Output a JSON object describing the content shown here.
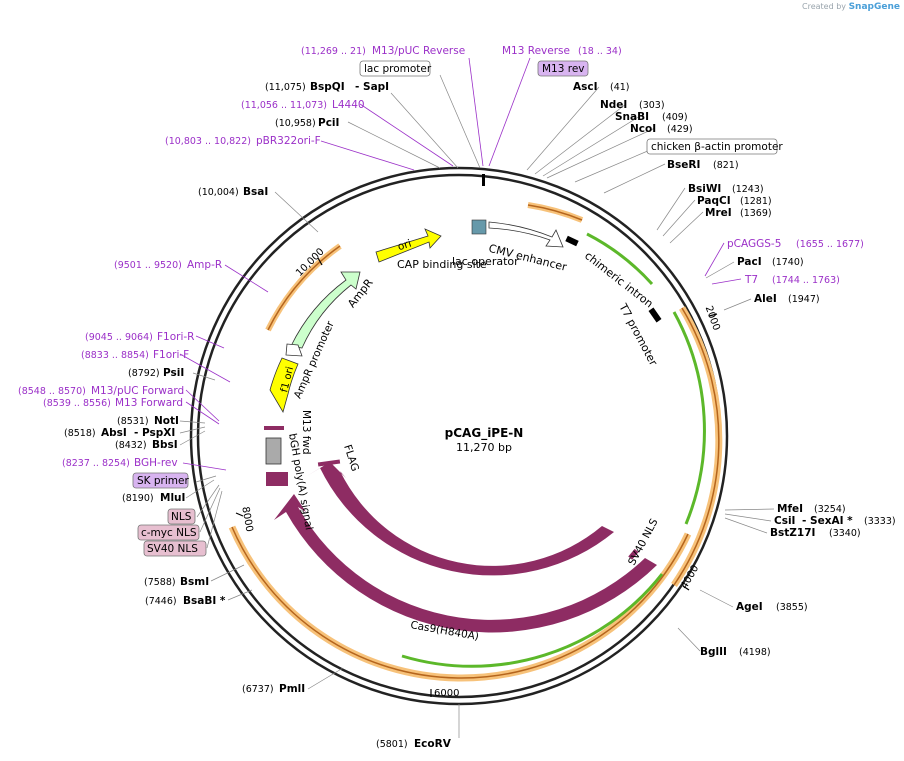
{
  "credit": {
    "created_by": "Created by",
    "brand": "SnapGene"
  },
  "plasmid": {
    "name": "pCAG_iPE-N",
    "size": "11,270 bp"
  },
  "ticks": [
    "2000",
    "4000",
    "6000",
    "8000",
    "10,000"
  ],
  "enzymes": [
    {
      "pos": "(11,075)",
      "name": "BspQI",
      "extra": "- SapI"
    },
    {
      "pos": "(10,958)",
      "name": "PciI"
    },
    {
      "pos": "(10,004)",
      "name": "BsaI"
    },
    {
      "pos": "(8792)",
      "name": "PsiI"
    },
    {
      "pos": "(8531)",
      "name": "NotI"
    },
    {
      "pos": "(8518)",
      "name": "AbsI",
      "extra": "- PspXI"
    },
    {
      "pos": "(8432)",
      "name": "BbsI"
    },
    {
      "pos": "(8190)",
      "name": "MluI"
    },
    {
      "pos": "(7588)",
      "name": "BsmI"
    },
    {
      "pos": "(7446)",
      "name": "BsaBI *"
    },
    {
      "pos": "(6737)",
      "name": "PmlI"
    },
    {
      "pos": "(5801)",
      "name": "EcoRV"
    },
    {
      "pos": "(41)",
      "name": "AscI"
    },
    {
      "pos": "(303)",
      "name": "NdeI"
    },
    {
      "pos": "(409)",
      "name": "SnaBI"
    },
    {
      "pos": "(429)",
      "name": "NcoI"
    },
    {
      "pos": "(821)",
      "name": "BseRI"
    },
    {
      "pos": "(1243)",
      "name": "BsiWI"
    },
    {
      "pos": "(1281)",
      "name": "PaqCI"
    },
    {
      "pos": "(1369)",
      "name": "MreI"
    },
    {
      "pos": "(1740)",
      "name": "PacI"
    },
    {
      "pos": "(1947)",
      "name": "AleI"
    },
    {
      "pos": "(3254)",
      "name": "MfeI"
    },
    {
      "pos": "(3333)",
      "name": "CsiI",
      "extra": "- SexAI *"
    },
    {
      "pos": "(3340)",
      "name": "BstZ17I"
    },
    {
      "pos": "(3855)",
      "name": "AgeI"
    },
    {
      "pos": "(4198)",
      "name": "BglII"
    }
  ],
  "primers": [
    {
      "pos": "(11,269 .. 21)",
      "name": "M13/pUC Reverse"
    },
    {
      "pos": "(18 .. 34)",
      "name": "M13 Reverse"
    },
    {
      "pos": "(11,056 .. 11,073)",
      "name": "L4440"
    },
    {
      "pos": "(10,803 .. 10,822)",
      "name": "pBR322ori-F"
    },
    {
      "pos": "(9501 .. 9520)",
      "name": "Amp-R"
    },
    {
      "pos": "(9045 .. 9064)",
      "name": "F1ori-R"
    },
    {
      "pos": "(8833 .. 8854)",
      "name": "F1ori-F"
    },
    {
      "pos": "(8548 .. 8570)",
      "name": "M13/pUC Forward"
    },
    {
      "pos": "(8539 .. 8556)",
      "name": "M13 Forward"
    },
    {
      "pos": "(8237 .. 8254)",
      "name": "BGH-rev"
    },
    {
      "pos": "(1655 .. 1677)",
      "name": "pCAGGS-5"
    },
    {
      "pos": "(1744 .. 1763)",
      "name": "T7"
    }
  ],
  "boxed": {
    "lac_promoter": "lac promoter",
    "m13_rev": "M13 rev",
    "chicken_actin": "chicken β-actin promoter",
    "sk_primer": "SK primer",
    "nls": "NLS",
    "cmyc_nls": "c-myc NLS",
    "sv40_nls": "SV40 NLS"
  },
  "features": {
    "ori": "ori",
    "cap_site": "CAP binding site",
    "lac_operator": "lac operator",
    "cmv_enhancer": "CMV enhancer",
    "chimeric_intron": "chimeric intron",
    "t7_promoter": "T7 promoter",
    "ampr": "AmpR",
    "ampr_promoter": "AmpR promoter",
    "f1_ori": "f1 ori",
    "m13_fwd": "M13 fwd",
    "bgh_polya": "bGH poly(A) signal",
    "flag": "FLAG",
    "cas9": "Cas9",
    "cas9_h840a": "Cas9(H840A)",
    "sv40_nls_feat": "SV40 NLS"
  },
  "colors": {
    "backbone": "#222222",
    "primer": "#9b30c8",
    "cas9": "#8e2c63",
    "ori_yellow": "#ffff00",
    "ampr_green": "#ccffcc",
    "orf_orange": "#f5a623",
    "orf_green": "#5cb82a"
  }
}
